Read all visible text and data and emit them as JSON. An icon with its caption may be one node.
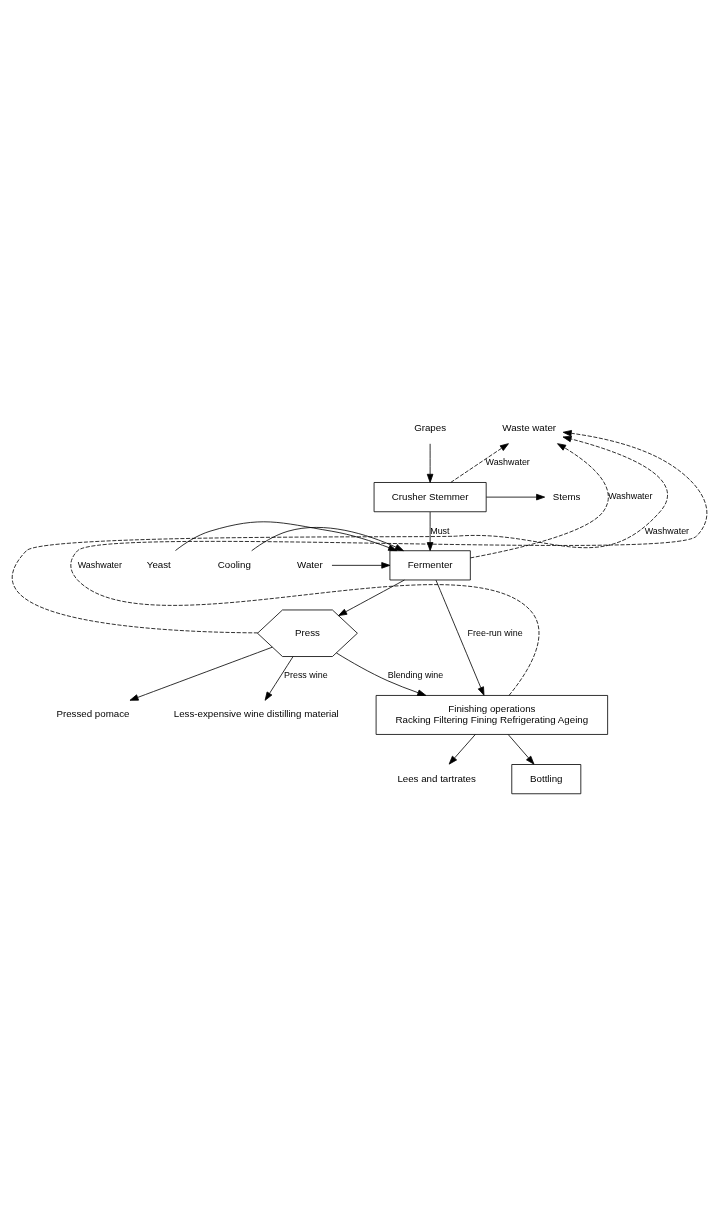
{
  "diagram": {
    "nodes": [
      {
        "text": [
          "Grapes"
        ]
      },
      {
        "text": [
          "Stems"
        ]
      },
      {
        "text": [
          "Crusher Stemmer"
        ]
      },
      {
        "text": [
          "Yeast"
        ]
      },
      {
        "text": [
          "Cooling"
        ]
      },
      {
        "text": [
          "Fermenter"
        ]
      },
      {
        "text": [
          "Water"
        ]
      },
      {
        "text": [
          "Press"
        ]
      },
      {
        "text": [
          "Pressed pomace"
        ]
      },
      {
        "text": [
          "Less-expensive wine distilling material"
        ]
      },
      {
        "text": [
          "Finishing operations",
          "Racking Filtering Fining Refrigerating Ageing"
        ]
      },
      {
        "text": [
          "Waste water"
        ]
      },
      {
        "text": [
          "Lees and tartrates"
        ]
      },
      {
        "text": [
          "Bottling"
        ]
      }
    ],
    "edges": [
      {
        "from": 0,
        "to": 2,
        "arrow": "to"
      },
      {
        "from": 2,
        "to": 1,
        "arrow": "to"
      },
      {
        "from": 2,
        "to": 5,
        "arrow": "to",
        "label": "Must"
      },
      {
        "from": 2,
        "to": 11,
        "arrow": "to",
        "label": "Washwater",
        "style": "dashed"
      },
      {
        "from": 3,
        "to": 5,
        "arrow": "to"
      },
      {
        "from": 4,
        "to": 5,
        "arrow": "to"
      },
      {
        "from": 6,
        "to": 5,
        "arrow": "to"
      },
      {
        "from": 5,
        "to": 11,
        "arrow": "to",
        "label": "Washwater",
        "style": "dashed"
      },
      {
        "from": 5,
        "to": 7,
        "arrow": "to"
      },
      {
        "from": 5,
        "to": 10,
        "arrow": "to",
        "label": "Free-run wine"
      },
      {
        "from": 7,
        "to": 11,
        "arrow": "to",
        "label": "Washwater",
        "style": "dashed"
      },
      {
        "from": 7,
        "to": 8,
        "arrow": "to"
      },
      {
        "from": 7,
        "to": 9,
        "arrow": "to",
        "label": "Press wine"
      },
      {
        "from": 7,
        "to": 10,
        "arrow": "to",
        "label": "Blending wine"
      },
      {
        "from": 10,
        "to": 11,
        "arrow": "to",
        "label": "Washwater",
        "style": "dashed"
      },
      {
        "from": 10,
        "to": 12,
        "arrow": "to"
      },
      {
        "from": 10,
        "to": 13,
        "arrow": "to"
      }
    ]
  }
}
